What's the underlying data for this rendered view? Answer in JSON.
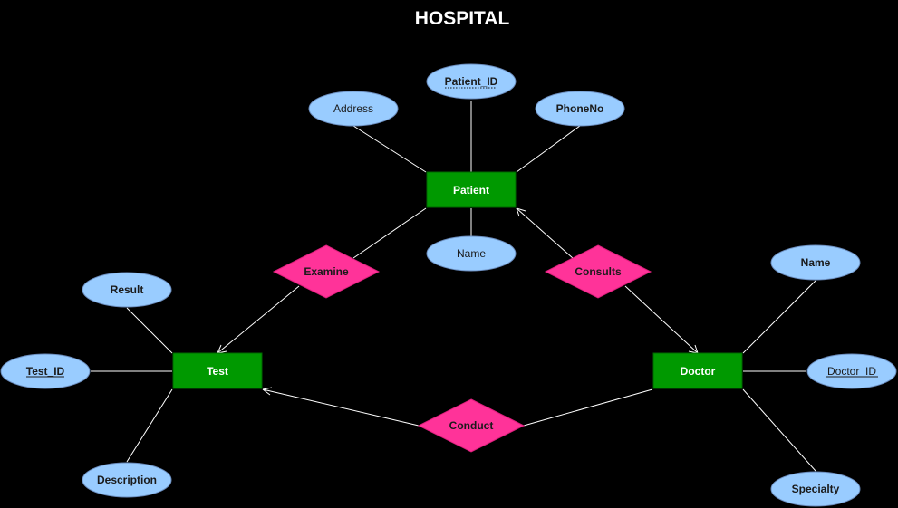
{
  "title": "HOSPITAL",
  "colors": {
    "background": "#000000",
    "entity_fill": "#009900",
    "attribute_fill": "#99ccff",
    "relationship_fill": "#ff3399",
    "line": "#ffffff"
  },
  "entities": {
    "patient": "Patient",
    "test": "Test",
    "doctor": "Doctor"
  },
  "attributes": {
    "patient_id": "Patient_ID",
    "patient_address": "Address",
    "patient_phone": "PhoneNo",
    "patient_name": "Name",
    "test_id": "Test_ID",
    "test_result": "Result",
    "test_description": "Description",
    "doctor_name": "Name",
    "doctor_id": "Doctor_ID",
    "doctor_specialty": "Specialty"
  },
  "relationships": {
    "examine": "Examine",
    "consults": "Consults",
    "conduct": "Conduct"
  }
}
